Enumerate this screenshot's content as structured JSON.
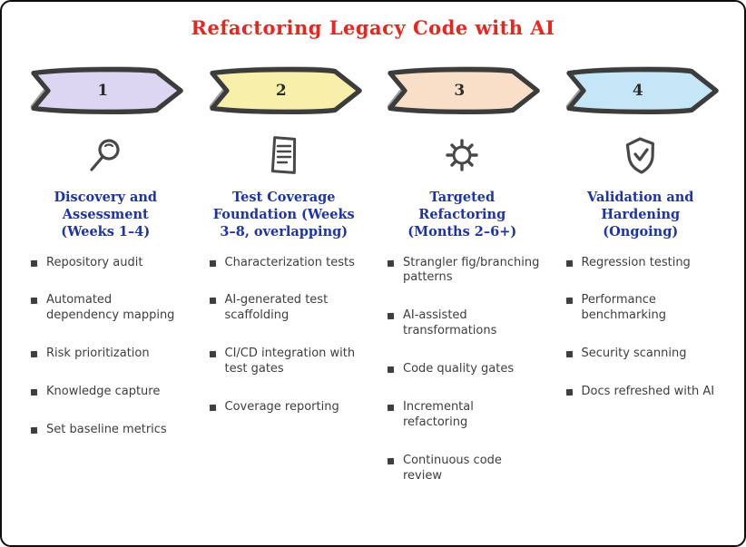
{
  "title": {
    "text": "Refactoring Legacy Code with AI",
    "color": "#e8251f"
  },
  "accent_colors": {
    "heading_blue": "#1e34a6",
    "body_gray": "#3e3e3e",
    "outline_dark": "#3c3c3c"
  },
  "columns": [
    {
      "number": "1",
      "arrow_color": "#dcd6f2",
      "icon": "magnifier-icon",
      "heading": "Discovery and Assessment (Weeks 1–4)",
      "bullets": [
        "Repository audit",
        "Automated dependency mapping",
        "Risk prioritization",
        "Knowledge capture",
        "Set baseline metrics"
      ]
    },
    {
      "number": "2",
      "arrow_color": "#f8efaa",
      "icon": "checklist-icon",
      "heading": "Test Coverage Foundation (Weeks 3–8, overlapping)",
      "bullets": [
        "Characterization tests",
        "AI-generated test scaffolding",
        "CI/CD integration with test gates",
        "Coverage reporting"
      ]
    },
    {
      "number": "3",
      "arrow_color": "#f9dfc8",
      "icon": "gear-icon",
      "heading": "Targeted Refactoring (Months 2–6+)",
      "bullets": [
        "Strangler fig/branching patterns",
        "AI-assisted transformations",
        "Code quality gates",
        "Incremental refactoring",
        "Continuous code review"
      ]
    },
    {
      "number": "4",
      "arrow_color": "#c4e6f6",
      "icon": "shield-check-icon",
      "heading": "Validation and Hardening (Ongoing)",
      "bullets": [
        "Regression testing",
        "Performance benchmarking",
        "Security scanning",
        "Docs refreshed with AI"
      ]
    }
  ]
}
